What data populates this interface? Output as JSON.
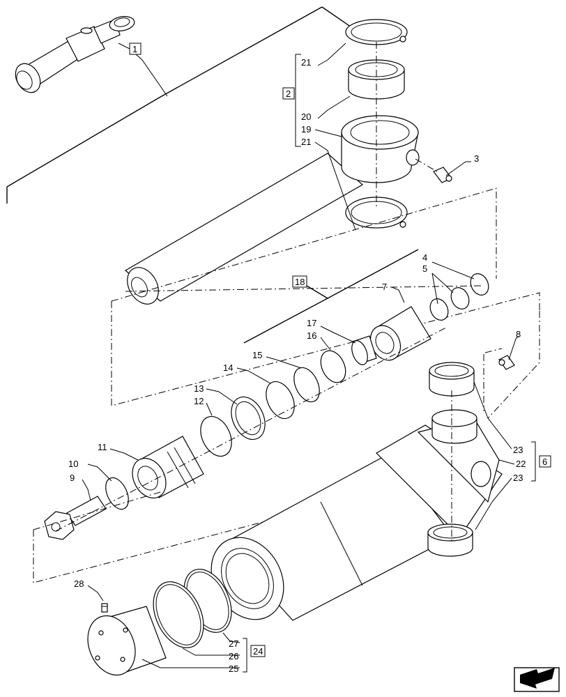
{
  "labels": {
    "l1": "1",
    "l2": "2",
    "l3": "3",
    "l4": "4",
    "l5": "5",
    "l6": "6",
    "l7": "7",
    "l8": "8",
    "l9": "9",
    "l10": "10",
    "l11": "11",
    "l12": "12",
    "l13": "13",
    "l14": "14",
    "l15": "15",
    "l16": "16",
    "l17": "17",
    "l18": "18",
    "l19": "19",
    "l20": "20",
    "l21a": "21",
    "l21b": "21",
    "l22": "22",
    "l23a": "23",
    "l23b": "23",
    "l24": "24",
    "l25": "25",
    "l26": "26",
    "l27": "27",
    "l28": "28"
  },
  "nav": {
    "icon": "next-page-arrow-icon"
  }
}
